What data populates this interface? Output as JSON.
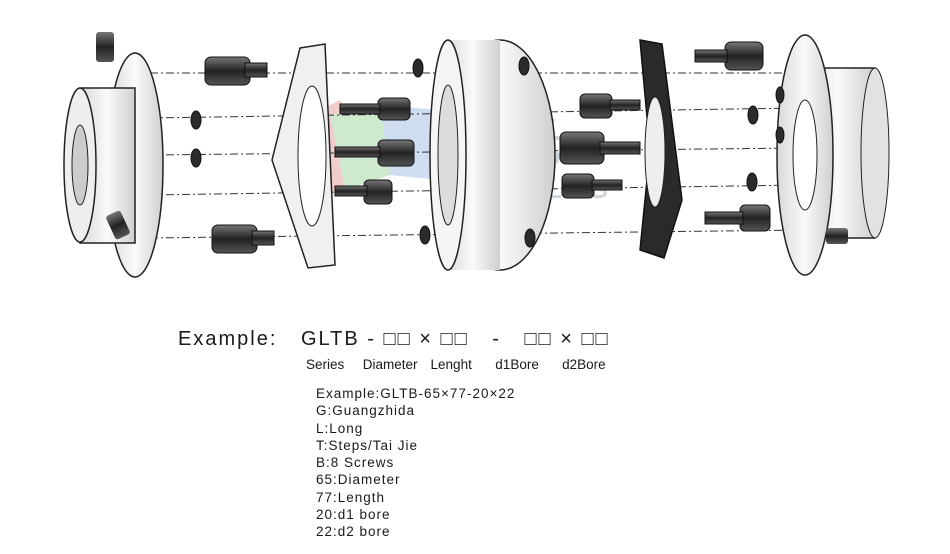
{
  "watermark": {
    "brand_cn": "光",
    "brand_en": "CO   LING",
    "registered_mark": "®"
  },
  "example": {
    "prefix": "Example:",
    "series_code": "GLTB",
    "dash": "-",
    "box": "□□",
    "times": "×",
    "labels": [
      "Series",
      "Diameter",
      "Lenght",
      "d1Bore",
      "d2Bore"
    ]
  },
  "notes": [
    "Example:GLTB-65×77-20×22",
    "G:Guangzhida",
    "L:Long",
    "T:Steps/Tai Jie",
    "B:8 Screws",
    "65:Diameter",
    "77:Length",
    "20:d1 bore",
    "22:d2 bore"
  ]
}
